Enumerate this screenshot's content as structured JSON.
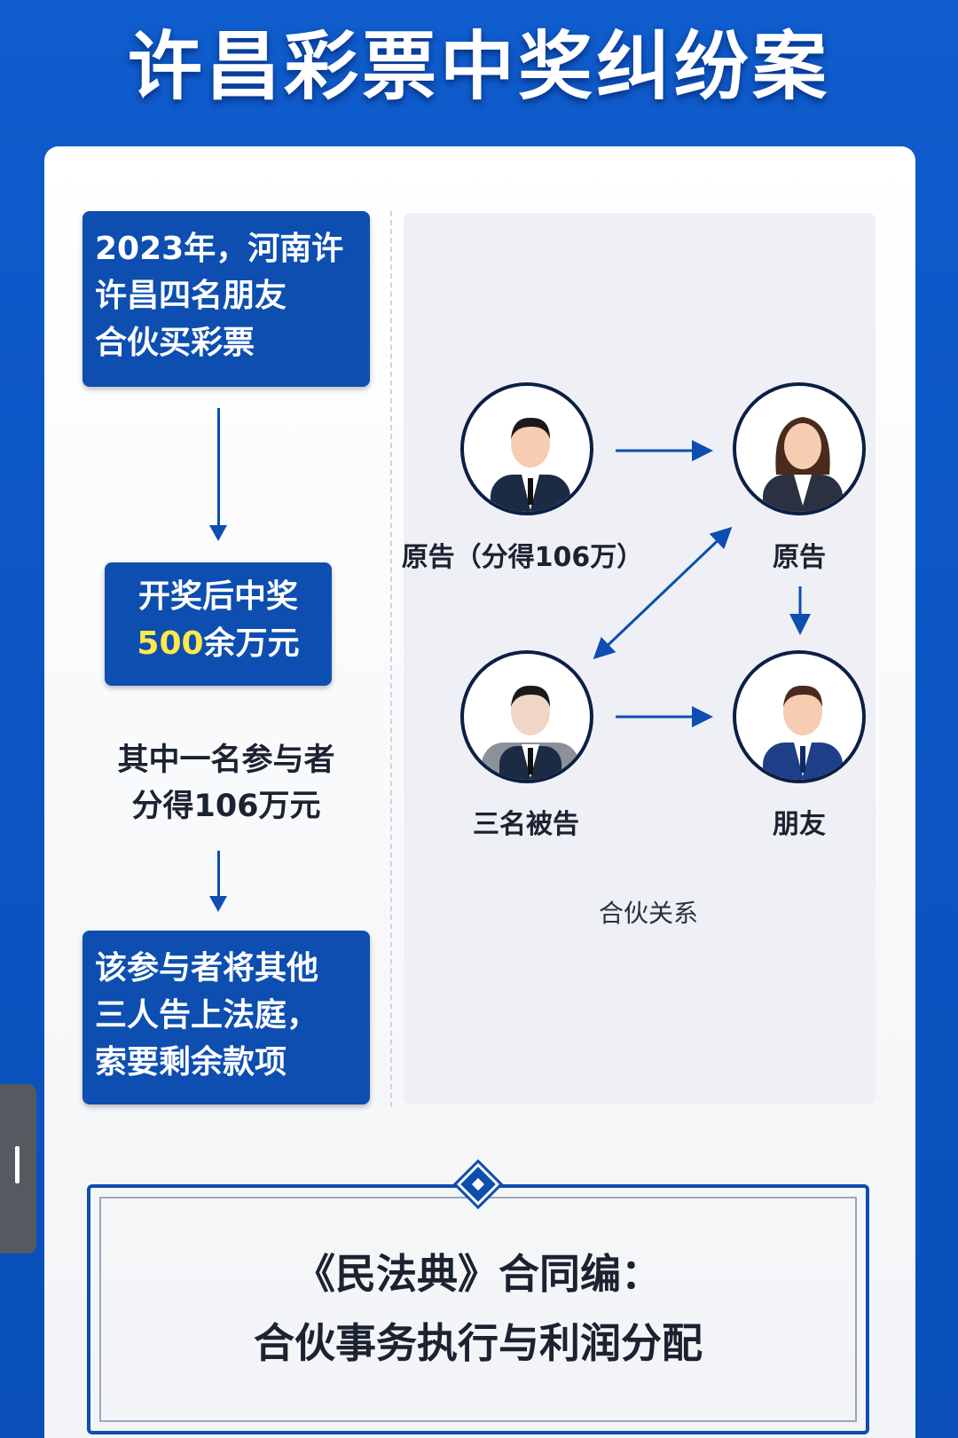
{
  "title": "许昌彩票中奖纠纷案",
  "flow": {
    "step1": [
      "2023年，河南许",
      "许昌四名朋友",
      "合伙买彩票"
    ],
    "step2": {
      "line1": "开奖后中奖",
      "amount": "500",
      "line2_rest": "余万元"
    },
    "step3": [
      "其中一名参与者",
      "分得106万元"
    ],
    "step4": [
      "该参与者将其他",
      "三人告上法庭，",
      "索要剩余款项"
    ]
  },
  "diagram": {
    "labels": {
      "p1": "原告（分得106万）",
      "p2": "原告",
      "p3": "三名被告",
      "p4": "朋友"
    },
    "caption": "合伙关系"
  },
  "law": {
    "line1": "《民法典》合同编：",
    "line2": "合伙事务执行与利润分配"
  },
  "colors": {
    "primary": "#0d4eb0",
    "highlight": "#ffe84a"
  }
}
